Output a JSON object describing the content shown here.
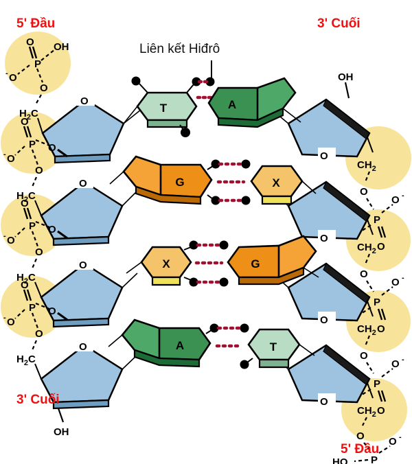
{
  "diagram": {
    "title_hidden": "",
    "annotation": {
      "label": "Liên kết Hiđrô",
      "name": "hydrogen-bond-label"
    },
    "end_labels": {
      "top_left": "5' Đầu",
      "top_right": "3' Cuối",
      "bottom_left": "3' Cuối",
      "bottom_right": "5' Đầu"
    },
    "colors": {
      "sugar_blue": "#9dc3e0",
      "sugar_blue_dark": "#6f9dc0",
      "phosphate_circle": "#f8e39a",
      "base_T": "#b9dcc4",
      "base_T_dark": "#7cb38e",
      "base_A": "#3a9152",
      "base_A_dark": "#1d6b36",
      "base_G": "#ee8f18",
      "base_G_dark": "#b96a06",
      "base_X": "#f5c46a",
      "base_X_dark": "#e8d24a",
      "hbond_dot": "#a01030",
      "end_label_red": "#ee1111",
      "outline": "#000000",
      "backbone_bond": "#000000"
    },
    "base_pairs": [
      {
        "row": 1,
        "left_base": "T",
        "right_base": "A",
        "hbonds": 2,
        "left_type": "pyrimidine",
        "right_type": "purine"
      },
      {
        "row": 2,
        "left_base": "G",
        "right_base": "X",
        "hbonds": 3,
        "left_type": "purine",
        "right_type": "pyrimidine"
      },
      {
        "row": 3,
        "left_base": "X",
        "right_base": "G",
        "hbonds": 3,
        "left_type": "pyrimidine",
        "right_type": "purine"
      },
      {
        "row": 4,
        "left_base": "A",
        "right_base": "T",
        "hbonds": 2,
        "left_type": "purine",
        "right_type": "pyrimidine"
      }
    ],
    "atoms": {
      "P": "P",
      "O": "O",
      "O_minus": "O",
      "minus": "-",
      "OH": "OH",
      "HO": "HO",
      "H2C": "H",
      "H2C_sub": "2",
      "H2C_c": "C",
      "CH2": "CH",
      "CH2_sub": "2"
    },
    "left_strand": {
      "name": "left-strand",
      "terminal_top": "5' Đầu phosphate with OH",
      "terminal_bottom": "3' Cuối sugar with OH",
      "phosphate_count": 4,
      "sugar_count": 4
    },
    "right_strand": {
      "name": "right-strand",
      "terminal_top": "3' Cuối sugar with OH",
      "terminal_bottom": "5' Đầu phosphate with HO",
      "phosphate_count": 4,
      "sugar_count": 4
    }
  }
}
